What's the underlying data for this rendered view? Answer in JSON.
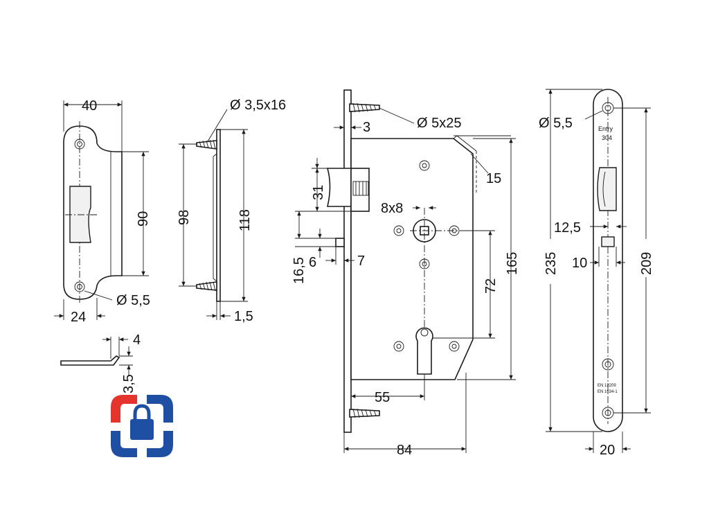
{
  "dimensions": {
    "strike_width": "40",
    "strike_height": "90",
    "strike_hole": "Ø 5,5",
    "strike_offset": "24",
    "screw_small": "Ø 3,5x16",
    "plate_hole_span": "98",
    "plate_length": "118",
    "plate_thickness": "1,5",
    "tab_width": "4",
    "tab_height": "3,5",
    "faceplate_thickness": "3",
    "screw_large": "Ø 5x25",
    "corner_chamfer": "15",
    "latch_height": "31",
    "spindle_square": "8x8",
    "latch_offset": "16,5",
    "bolt_width": "6",
    "bolt_protrusion": "7",
    "centre_distance": "72",
    "case_height": "165",
    "backset": "55",
    "case_depth": "84",
    "face_hole": "Ø 5,5",
    "face_length": "235",
    "face_hole_span": "209",
    "latch_window": "12,5",
    "bolt_window": "10",
    "face_width": "20"
  },
  "labels": {
    "brand": "Entry",
    "model": "304",
    "standard_1": "EN 12209",
    "standard_2": "EN 1634-1"
  },
  "colors": {
    "logo_red": "#e4342d",
    "logo_blue": "#1f4fa3",
    "line": "#1a1a1a"
  },
  "icons": {
    "logo": "padlock-icon"
  }
}
